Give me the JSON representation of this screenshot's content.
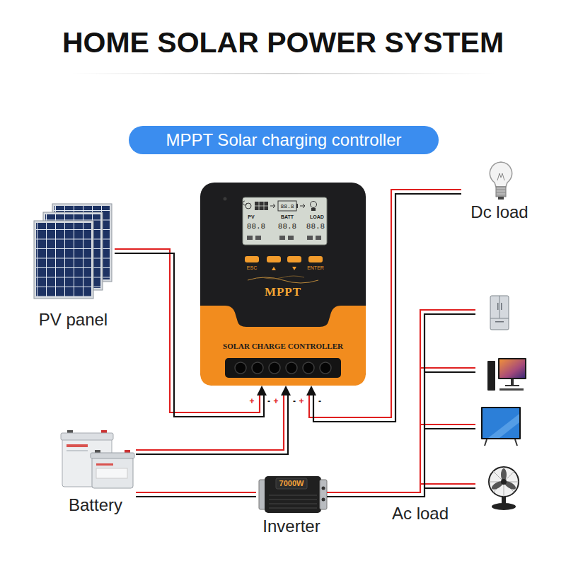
{
  "diagram": {
    "title": "HOME SOLAR POWER SYSTEM",
    "nodes": [
      {
        "text": [
          "MPPT Solar charging controller"
        ]
      },
      {
        "text": [
          "MPPT",
          "SOLAR CHARGE CONTROLLER"
        ]
      },
      {
        "text": [
          "PV panel"
        ]
      },
      {
        "text": [
          "Dc load"
        ]
      },
      {
        "text": [
          "Battery"
        ]
      },
      {
        "text": [
          "7000W",
          "Inverter"
        ]
      },
      {
        "text": [
          "Ac load"
        ]
      }
    ],
    "edges": [
      {
        "from": 2,
        "to": 1,
        "arrow": "to"
      },
      {
        "from": 3,
        "to": 1,
        "arrow": "to"
      },
      {
        "from": 4,
        "to": 1,
        "arrow": "to"
      },
      {
        "from": 4,
        "to": 5,
        "arrow": "none"
      },
      {
        "from": 5,
        "to": 6,
        "arrow": "none"
      }
    ],
    "labels": [
      "PV",
      "BATT",
      "LOAD",
      "88.8",
      "88.8",
      "88.8",
      "88.8",
      "ESC",
      "ENTER",
      "+",
      "-",
      "+",
      "-",
      "+",
      "-"
    ]
  }
}
